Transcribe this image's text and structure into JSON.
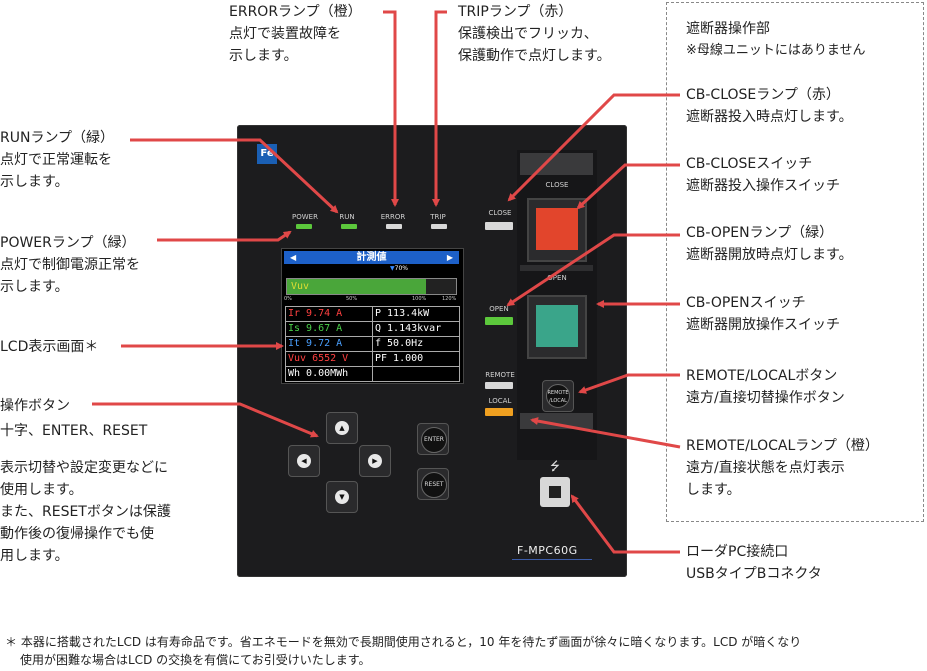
{
  "annotations": {
    "error_lamp": [
      "ERRORランプ（橙）",
      "点灯で装置故障を",
      "示します。"
    ],
    "trip_lamp": [
      "TRIPランプ（赤）",
      "保護検出でフリッカ、",
      "保護動作で点灯します。"
    ],
    "breaker_section": [
      "遮断器操作部",
      "※母線ユニットにはありません"
    ],
    "run_lamp": [
      "RUNランプ（緑）",
      "点灯で正常運転を",
      "示します。"
    ],
    "power_lamp": [
      "POWERランプ（緑）",
      "点灯で制御電源正常を",
      "示します。"
    ],
    "lcd": [
      "LCD表示画面＊"
    ],
    "op_buttons": [
      "操作ボタン",
      "十字、ENTER、RESET"
    ],
    "op_buttons_desc": [
      "表示切替や設定変更などに",
      "使用します。",
      "また、RESETボタンは保護",
      "動作後の復帰操作でも使",
      "用します。"
    ],
    "cb_close_lamp": [
      "CB-CLOSEランプ（赤）",
      "遮断器投入時点灯します。"
    ],
    "cb_close_switch": [
      "CB-CLOSEスイッチ",
      "遮断器投入操作スイッチ"
    ],
    "cb_open_lamp": [
      "CB-OPENランプ（緑）",
      "遮断器開放時点灯します。"
    ],
    "cb_open_switch": [
      "CB-OPENスイッチ",
      "遮断器開放操作スイッチ"
    ],
    "remote_local_button": [
      "REMOTE/LOCALボタン",
      "遠方/直接切替操作ボタン"
    ],
    "remote_local_lamp": [
      "REMOTE/LOCALランプ（橙）",
      "遠方/直接状態を点灯表示",
      "します。"
    ],
    "loader_port": [
      "ローダPC接続口",
      "USBタイプBコネクタ"
    ]
  },
  "footnote": [
    "＊ 本器に搭載されたLCD は有寿命品です。省エネモードを無効で長期間使用されると，10 年を待たず画面が徐々に暗くなります。LCD が暗くなり",
    "使用が困難な場合はLCD の交換を有償にてお引受けいたします。"
  ],
  "device": {
    "logo": "Fe",
    "lamps": {
      "power": "POWER",
      "run": "RUN",
      "error": "ERROR",
      "trip": "TRIP",
      "close": "CLOSE",
      "open": "OPEN",
      "remote": "REMOTE",
      "local": "LOCAL"
    },
    "switch_labels": {
      "close": "CLOSE",
      "open": "OPEN"
    },
    "keys": {
      "up": "▲",
      "left": "◀",
      "right": "▶",
      "down": "▼",
      "enter": "ENTER",
      "reset": "RESET",
      "remote_local": "REMOTE /LOCAL"
    },
    "model": "F-MPC60G",
    "usb_symbol": "⭍"
  },
  "lcd": {
    "title": "計測値",
    "left_arrow": "◀",
    "right_arrow": "▶",
    "bar_label": "Vuv",
    "bar_marker": "70%",
    "bar_fill_pct": 82,
    "scale": [
      "0%",
      "50%",
      "100%",
      "120%"
    ],
    "rows": [
      [
        {
          "text": "Ir   9.74 A",
          "color": "#ff4040"
        },
        {
          "text": "P    113.4kW",
          "color": "#ffffff"
        }
      ],
      [
        {
          "text": "Is   9.67 A",
          "color": "#4ad04a"
        },
        {
          "text": "Q   1.143kvar",
          "color": "#ffffff"
        }
      ],
      [
        {
          "text": "It   9.72 A",
          "color": "#4aa0ff"
        },
        {
          "text": "f     50.0Hz",
          "color": "#ffffff"
        }
      ],
      [
        {
          "text": "Vuv 6552 V",
          "color": "#ff4040"
        },
        {
          "text": "PF    1.000",
          "color": "#ffffff"
        }
      ],
      [
        {
          "text": "Wh    0.00MWh",
          "color": "#ffffff"
        },
        {
          "text": "",
          "color": "#ffffff"
        }
      ]
    ]
  },
  "colors": {
    "leader": "#e04848",
    "panel": "#1c1c1e",
    "close_switch": "#e2452c",
    "open_switch": "#3aa58a",
    "lamp_green": "#5cc83c",
    "lamp_white": "#d8d8d8",
    "lamp_orange": "#f0a020"
  }
}
